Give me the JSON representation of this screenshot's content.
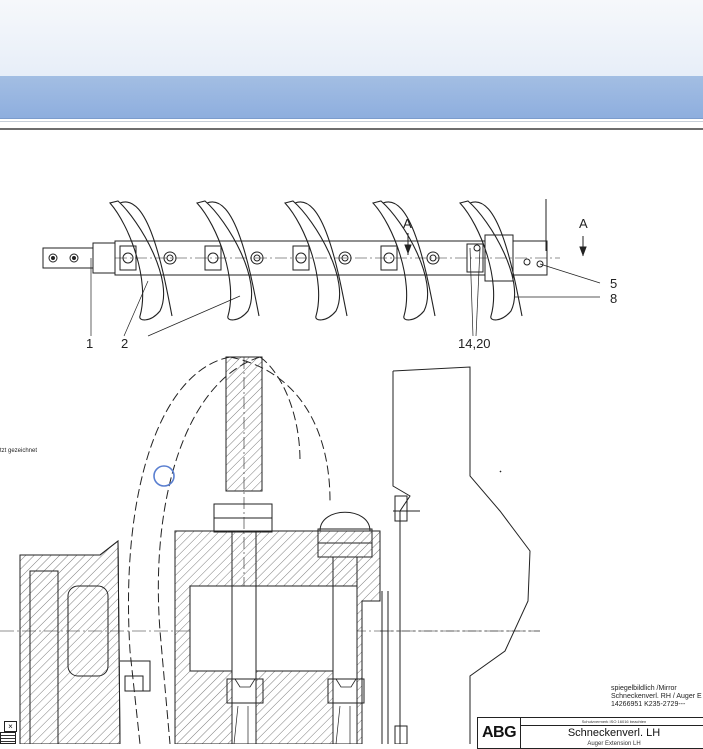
{
  "viewer": {
    "header_area": "",
    "toolbar": ""
  },
  "drawing": {
    "section_label_left": "A",
    "section_label_right": "A",
    "part_labels": [
      "1",
      "2",
      "14,20",
      "5",
      "8"
    ],
    "side_note": "tzt gezeichnet",
    "mirror_note": {
      "line1": "spiegelbildlich /Mirror",
      "line2": "Schneckenverl. RH / Auger E",
      "line3": "14266951 K235-2729---"
    },
    "title_block": {
      "logo": "ABG",
      "header_note": "Schutzvermerk ISO 16016 beachten",
      "title": "Schneckenverl. LH",
      "subtitle": "Auger Extension LH"
    }
  },
  "colors": {
    "toolbar_blue": "#8eaede",
    "header_bg": "#eef3fa",
    "line": "#222222",
    "cursor_circle": "#5a7fd0"
  },
  "window_controls": {
    "close_glyph": "×"
  }
}
